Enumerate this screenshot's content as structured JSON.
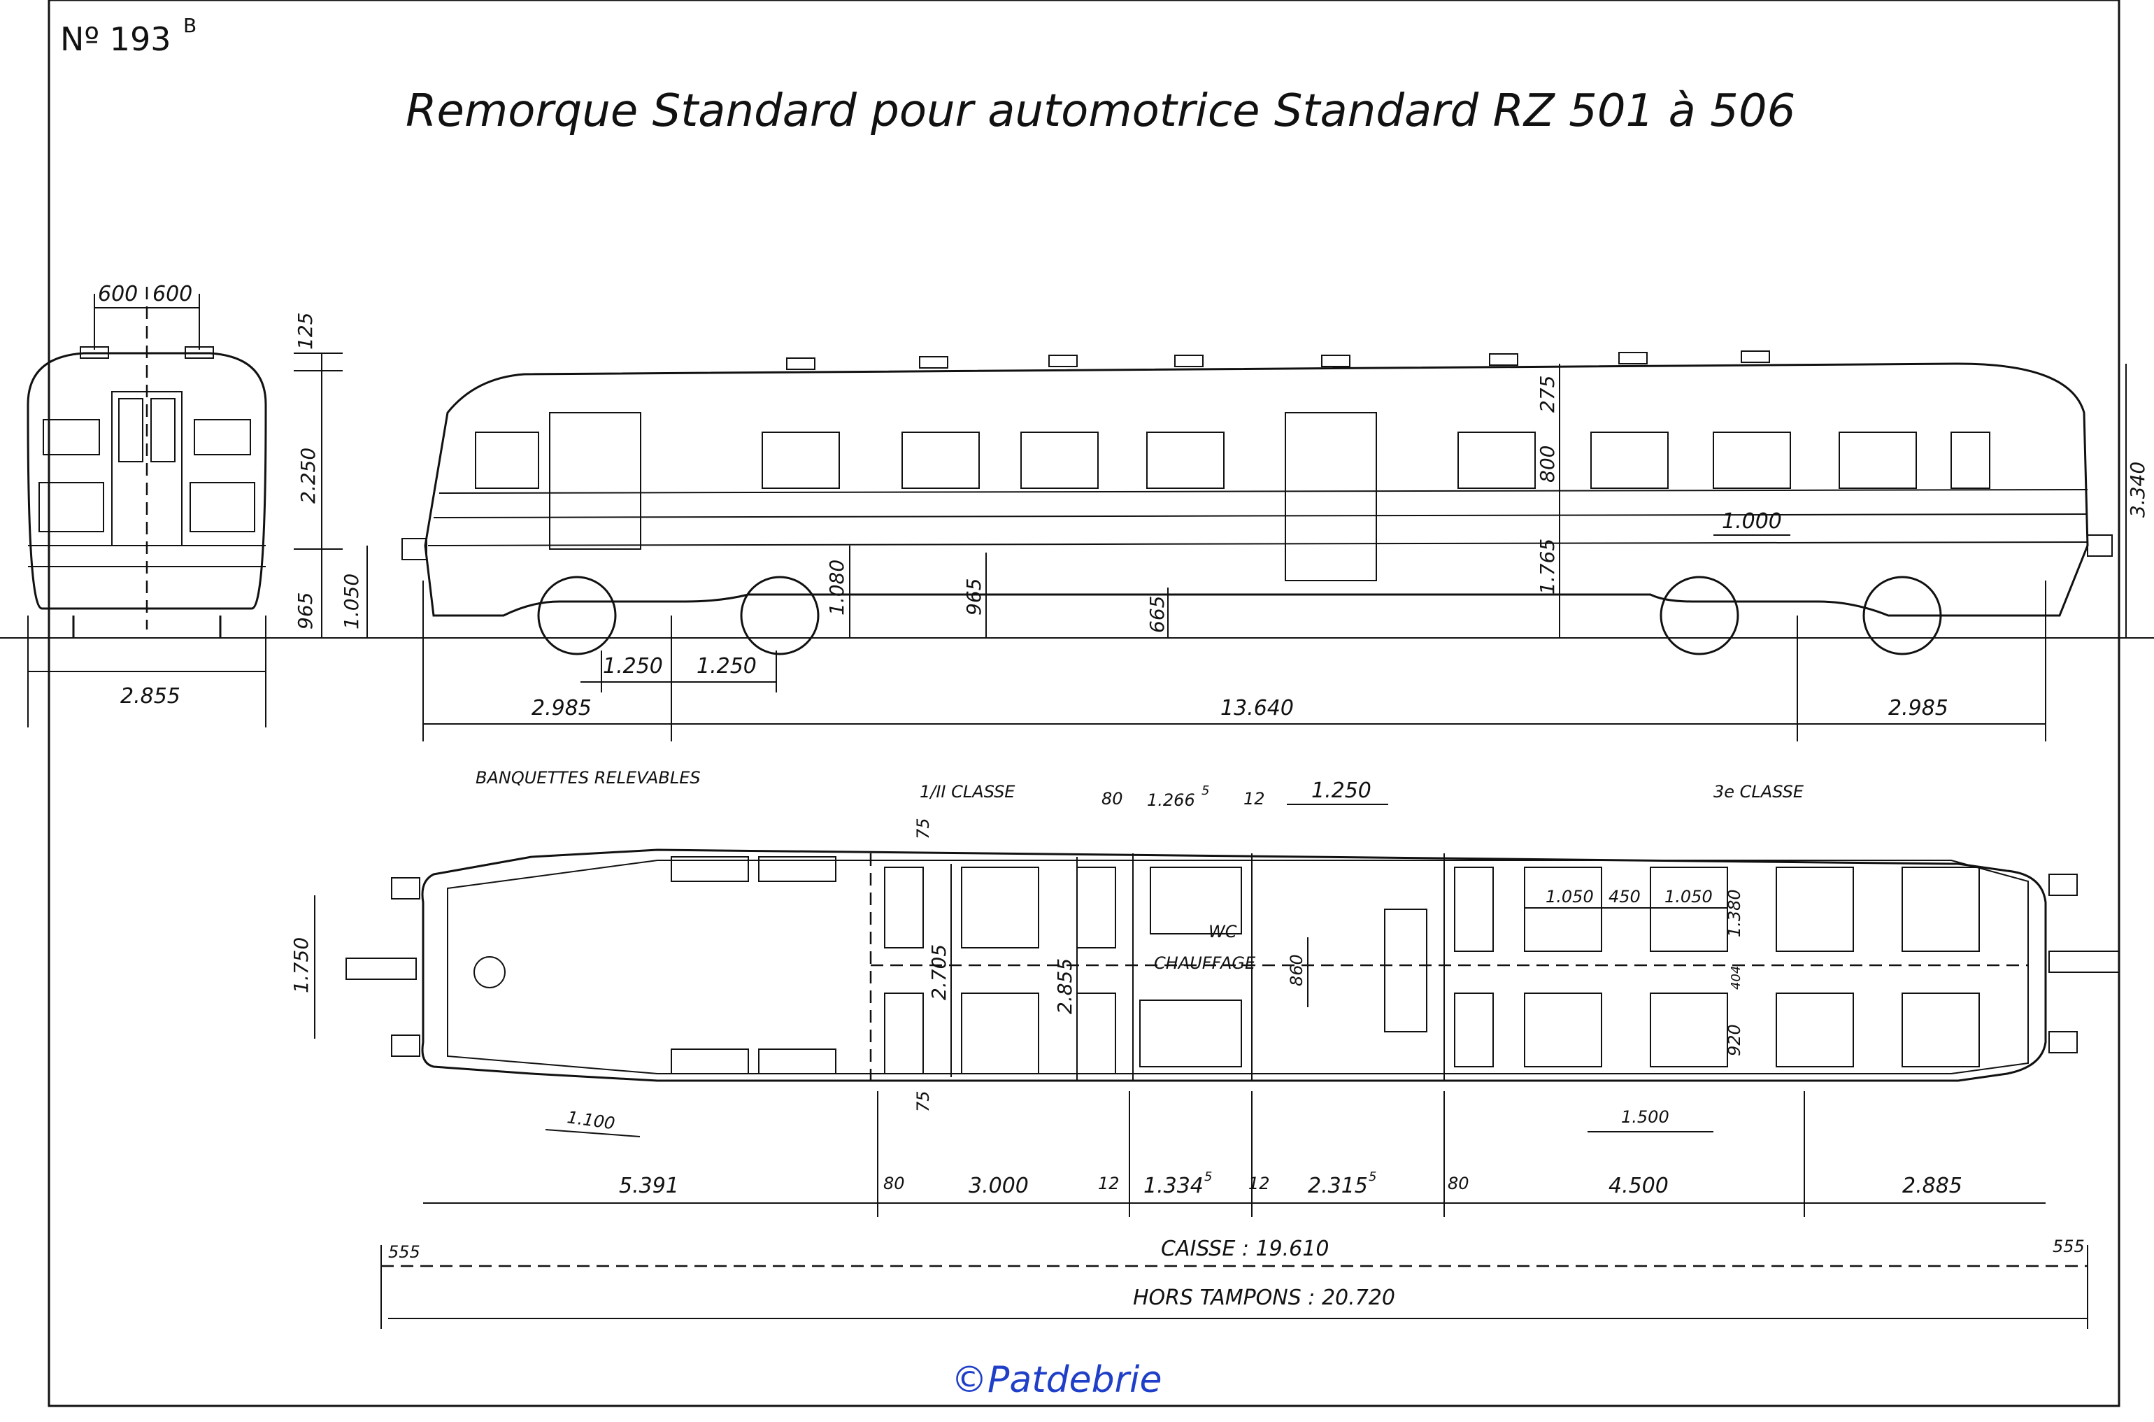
{
  "sheet": {
    "number": "Nº 193",
    "number_suffix": "B",
    "title": "Remorque Standard pour automotrice Standard RZ 501 à 506",
    "copyright": "©Patdebrie"
  },
  "end_view": {
    "dims": {
      "top_left": "600",
      "top_right": "600",
      "roof": "125",
      "body": "2.250",
      "floor": "965",
      "rail": "1.050",
      "width": "2.855"
    }
  },
  "side_view": {
    "dims": {
      "roof": "275",
      "window": "800",
      "height": "3.340",
      "sill": "1.765",
      "win_width": "1.000",
      "floor_end": "1.080",
      "floor_mid": "965",
      "step": "665",
      "axle_1": "1.250",
      "axle_2": "1.250",
      "overhang_left": "2.985",
      "bogie_centres": "13.640",
      "overhang_right": "2.985"
    }
  },
  "plan_view": {
    "labels": {
      "seats": "BANQUETTES RELEVABLES",
      "class_first": "1/II CLASSE",
      "class_third": "3e CLASSE",
      "wc": "WC",
      "heating": "CHAUFFAGE"
    },
    "dims": {
      "p80a": "80",
      "wc_len": "1.266",
      "wc_len_sup": "5",
      "p12a": "12",
      "door": "1.250",
      "p75a": "75",
      "p75b": "75",
      "inner_w": "2.705",
      "outer_w": "2.855",
      "aisle": "860",
      "buffer_sp": "1.750",
      "door_w": "1.100",
      "seat_a": "1.050",
      "seat_gap": "450",
      "seat_b": "1.050",
      "row_a": "1.380",
      "aisle_b": "404",
      "row_b": "920",
      "pitch": "1.500",
      "s1": "5.391",
      "s2": "80",
      "s3": "3.000",
      "s4": "12",
      "s5": "1.334",
      "s5_sup": "5",
      "s6": "12",
      "s7": "2.315",
      "s7_sup": "5",
      "s8": "80",
      "s9": "4.500",
      "s10": "2.885",
      "bt_left": "555",
      "bt_right": "555",
      "caisse": "CAISSE : 19.610",
      "hors_tampons": "HORS TAMPONS : 20.720"
    }
  }
}
